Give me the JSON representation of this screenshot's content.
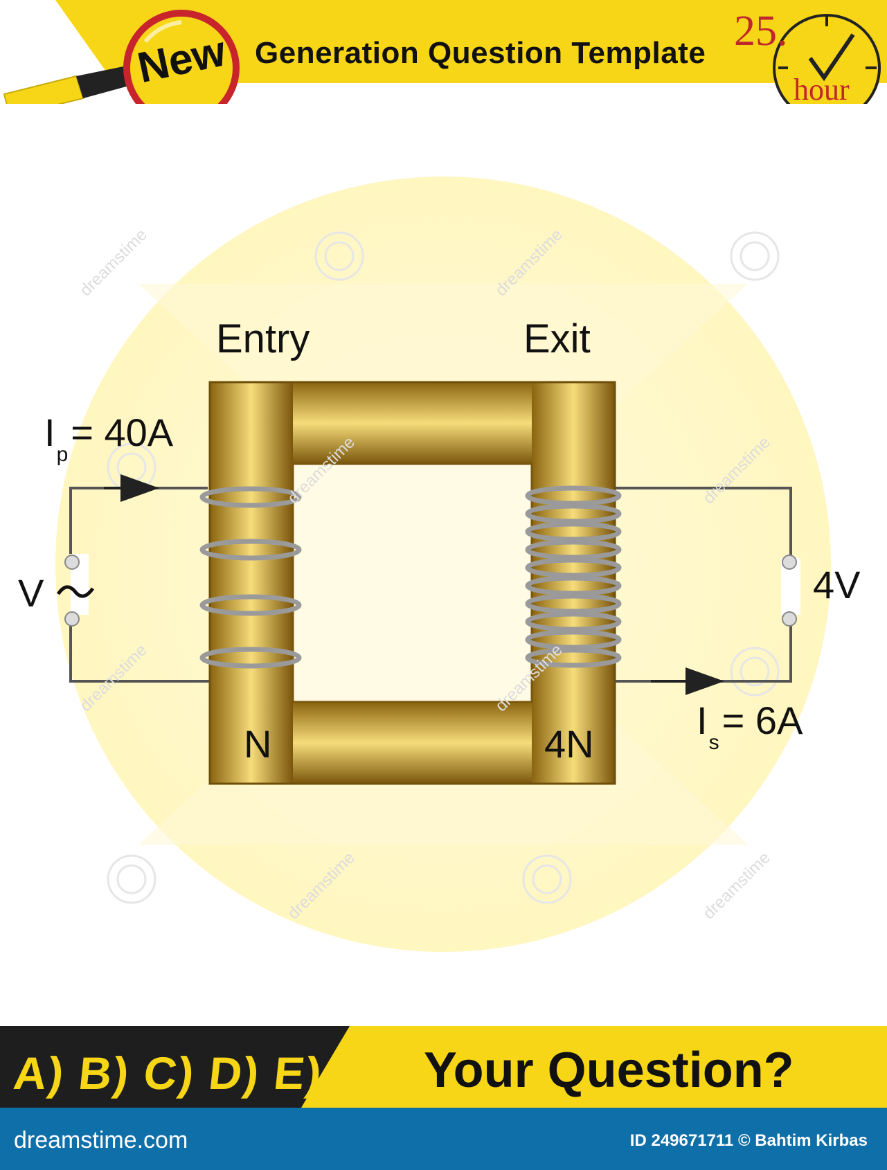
{
  "header": {
    "badge": "New",
    "title": "Generation Question Template",
    "timer_number": "25.",
    "timer_unit": "hour",
    "accent_color": "#f7d617",
    "timer_color": "#c0272d"
  },
  "diagram": {
    "primary_label": "Entry",
    "secondary_label": "Exit",
    "primary_current_symbol": "I",
    "primary_current_sub": "p",
    "primary_current_value": "= 40A",
    "secondary_current_symbol": "I",
    "secondary_current_sub": "s",
    "secondary_current_value": "= 6A",
    "source_voltage": "V",
    "output_voltage": "4V",
    "primary_turns": "N",
    "secondary_turns": "4N",
    "core_color": "#c9a02e",
    "background_color": "#fff8c8",
    "watermark": "dreamstime"
  },
  "footer": {
    "answers": "A) B) C) D) E)",
    "question": "Your Question?",
    "brand": "dreamstime.com",
    "credit": "ID 249671711 © Bahtim Kirbas"
  }
}
